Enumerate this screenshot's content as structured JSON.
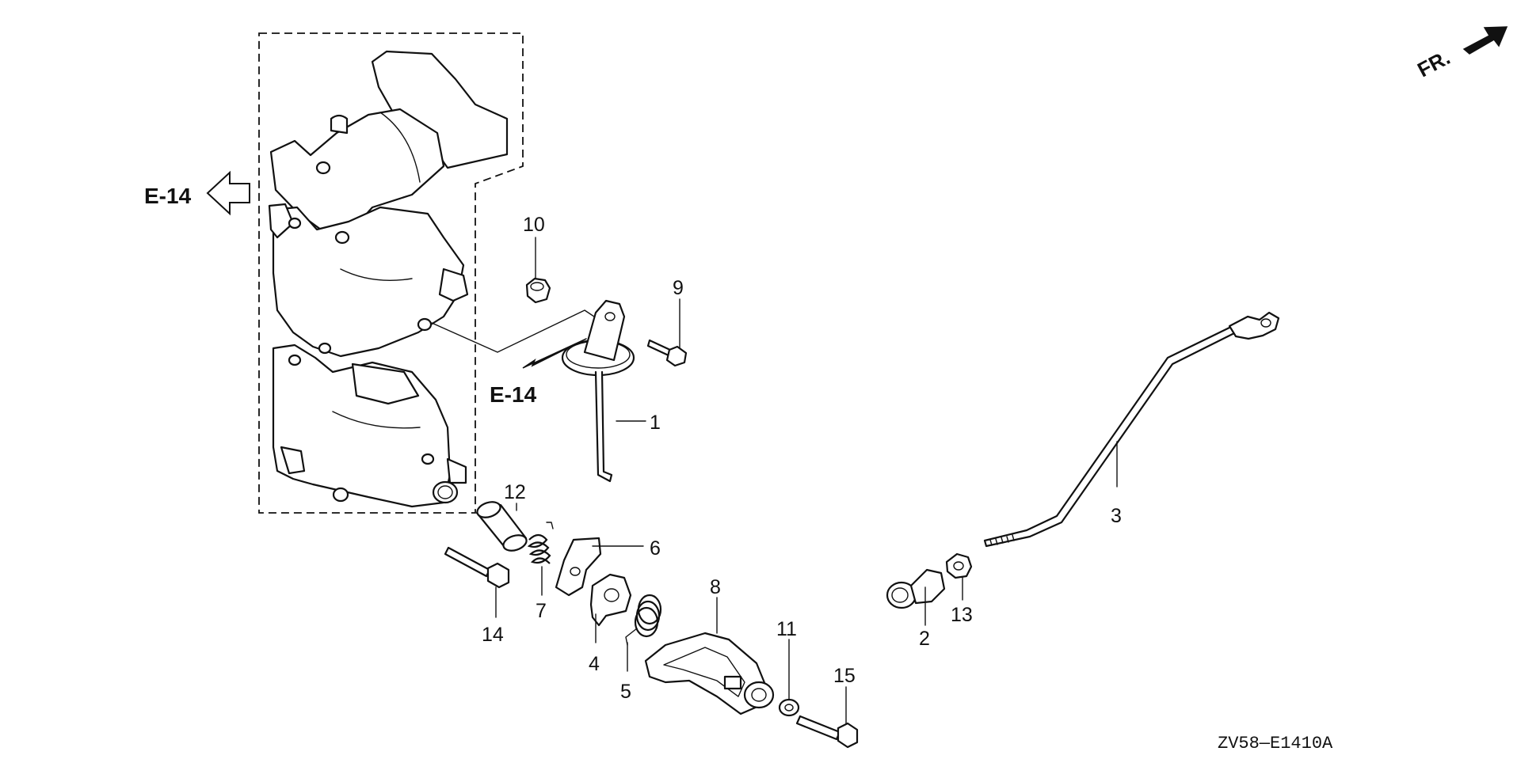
{
  "diagram_code": "ZV58—E1410A",
  "front_indicator": {
    "label": "FR.",
    "icon": "front-arrow-icon"
  },
  "refs": [
    {
      "id": "ref-left",
      "label": "E-14",
      "icon": "hollow-arrow-left-icon"
    },
    {
      "id": "ref-middle",
      "label": "E-14",
      "icon": "arrow-icon"
    }
  ],
  "callouts": [
    {
      "num": "1"
    },
    {
      "num": "2"
    },
    {
      "num": "3"
    },
    {
      "num": "4"
    },
    {
      "num": "5"
    },
    {
      "num": "6"
    },
    {
      "num": "7"
    },
    {
      "num": "8"
    },
    {
      "num": "9"
    },
    {
      "num": "10"
    },
    {
      "num": "11"
    },
    {
      "num": "12"
    },
    {
      "num": "13"
    },
    {
      "num": "14"
    },
    {
      "num": "15"
    }
  ]
}
